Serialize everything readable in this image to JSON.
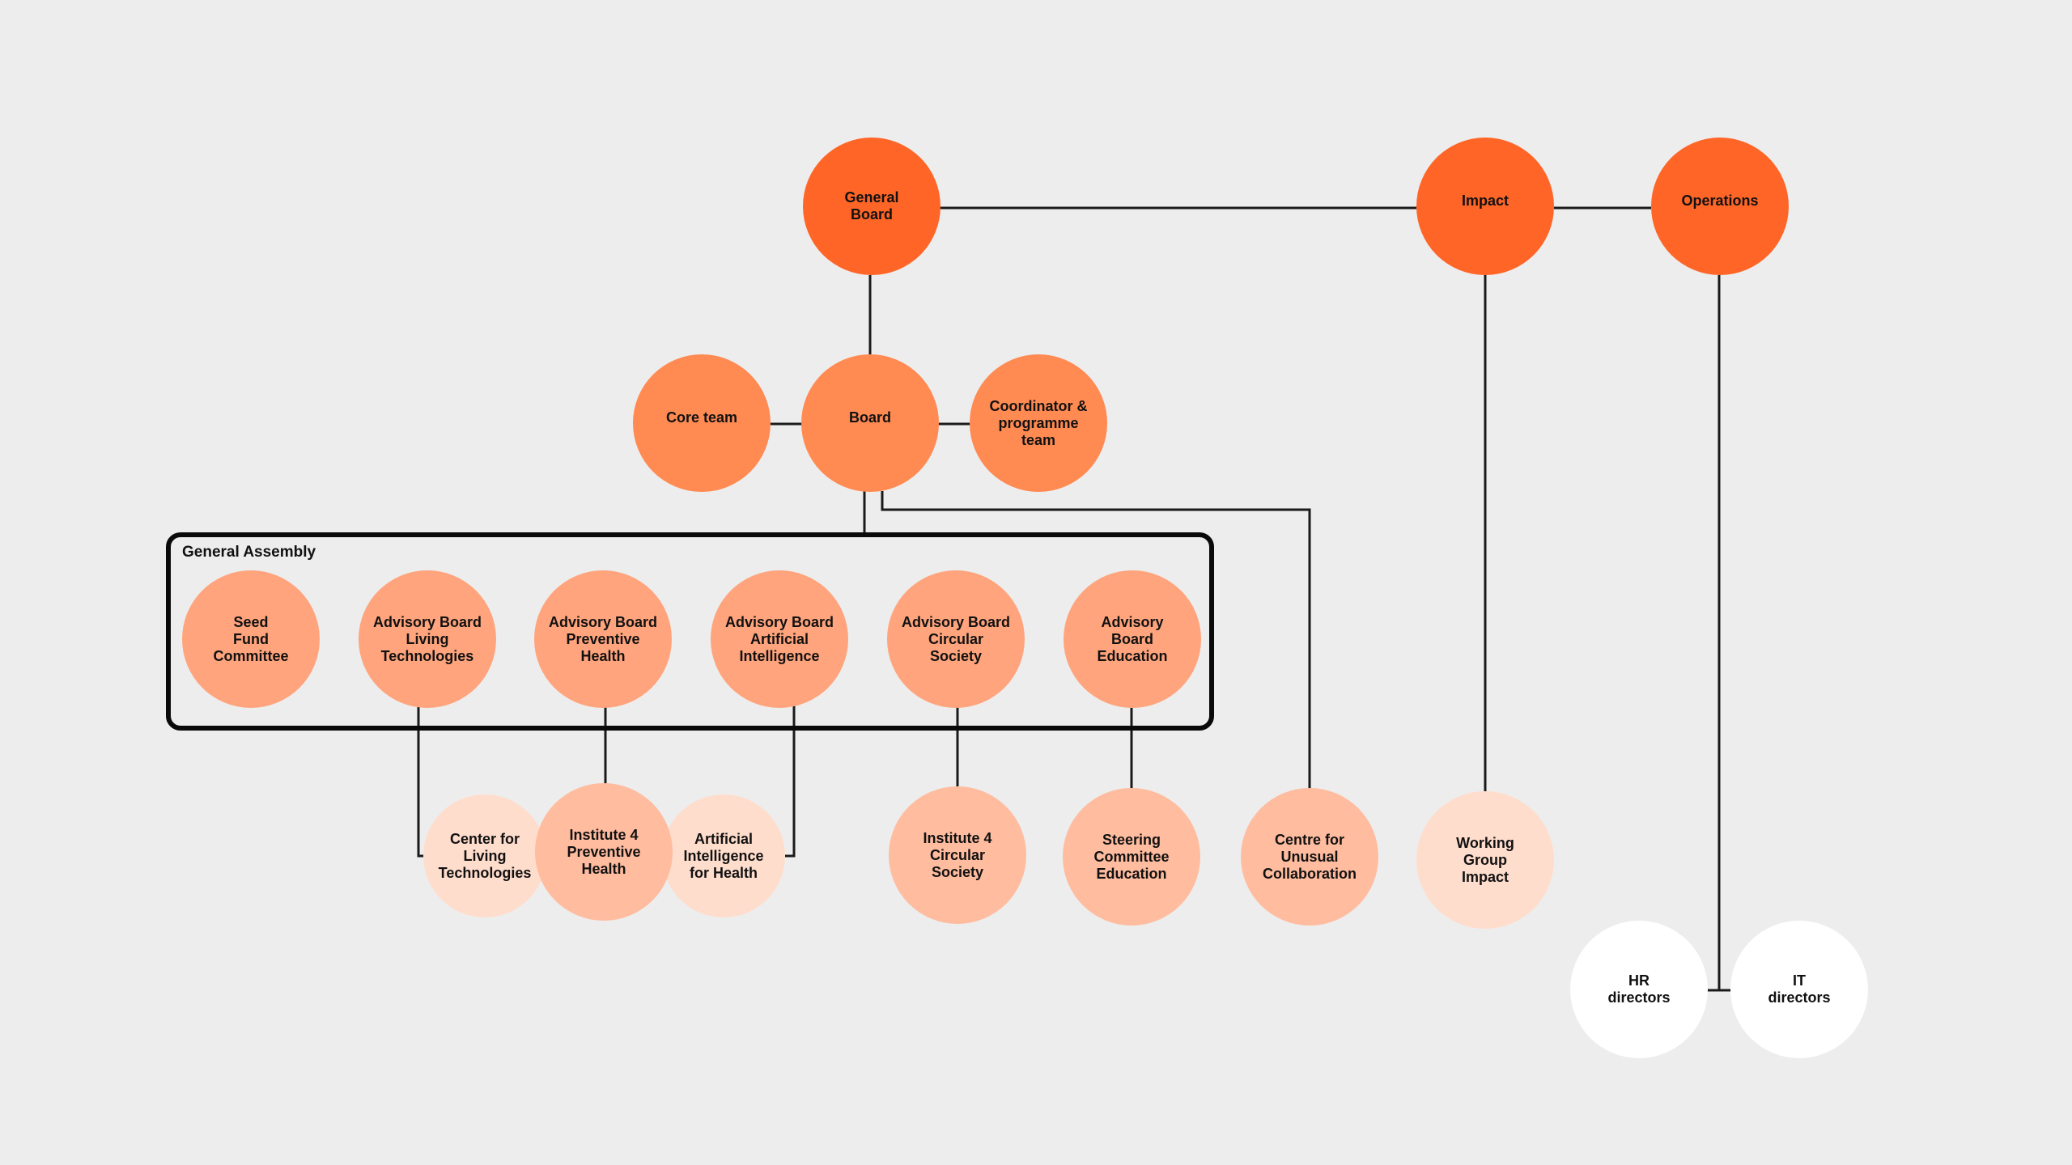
{
  "colors": {
    "background": "#ededed",
    "line": "#1a1a1a",
    "tier1": "#ff6526",
    "tier2": "#ff8a52",
    "tier3": "#ffa47c",
    "tier4": "#ffbc9f",
    "tier5": "#ffddcd",
    "white": "#ffffff"
  },
  "group": {
    "label": "General Assembly"
  },
  "nodes": {
    "general_board": "General\nBoard",
    "impact": "Impact",
    "operations": "Operations",
    "core_team": "Core team",
    "board": "Board",
    "coordinator": "Coordinator &\nprogramme\nteam",
    "seed_fund": "Seed\nFund\nCommittee",
    "ab_living": "Advisory Board\nLiving\nTechnologies",
    "ab_preventive": "Advisory Board\nPreventive\nHealth",
    "ab_ai": "Advisory Board\nArtificial\nIntelligence",
    "ab_circular": "Advisory Board\nCircular\nSociety",
    "ab_education": "Advisory\nBoard\nEducation",
    "center_living": "Center for\nLiving\nTechnologies",
    "institute_preventive": "Institute 4\nPreventive\nHealth",
    "ai_health": "Artificial\nIntelligence\nfor Health",
    "institute_circular": "Institute 4\nCircular\nSociety",
    "steering_education": "Steering\nCommittee\nEducation",
    "centre_unusual": "Centre for\nUnusual\nCollaboration",
    "working_group": "Working\nGroup\nImpact",
    "hr_directors": "HR\ndirectors",
    "it_directors": "IT\ndirectors"
  }
}
